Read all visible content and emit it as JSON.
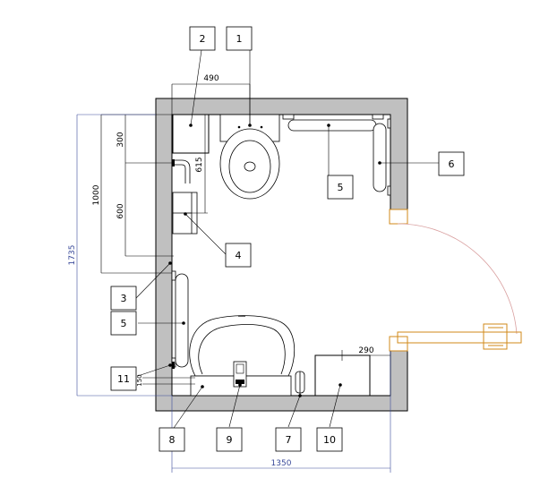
{
  "dimensions": {
    "top_width": "490",
    "h300": "300",
    "h615": "615",
    "h600": "600",
    "h1000": "1000",
    "total_height": "1735",
    "total_width": "1350",
    "d290": "290",
    "d150": "150"
  },
  "callouts": {
    "c1": "1",
    "c2": "2",
    "c3": "3",
    "c4": "4",
    "c5_top": "5",
    "c5_left": "5",
    "c6": "6",
    "c7": "7",
    "c8": "8",
    "c9": "9",
    "c10": "10",
    "c11": "11"
  },
  "colors": {
    "wall": "#c0c0c0",
    "door": "#d08a1a",
    "dim_blue": "#3a4a9a",
    "swing_arc": "#d9a0a0"
  }
}
